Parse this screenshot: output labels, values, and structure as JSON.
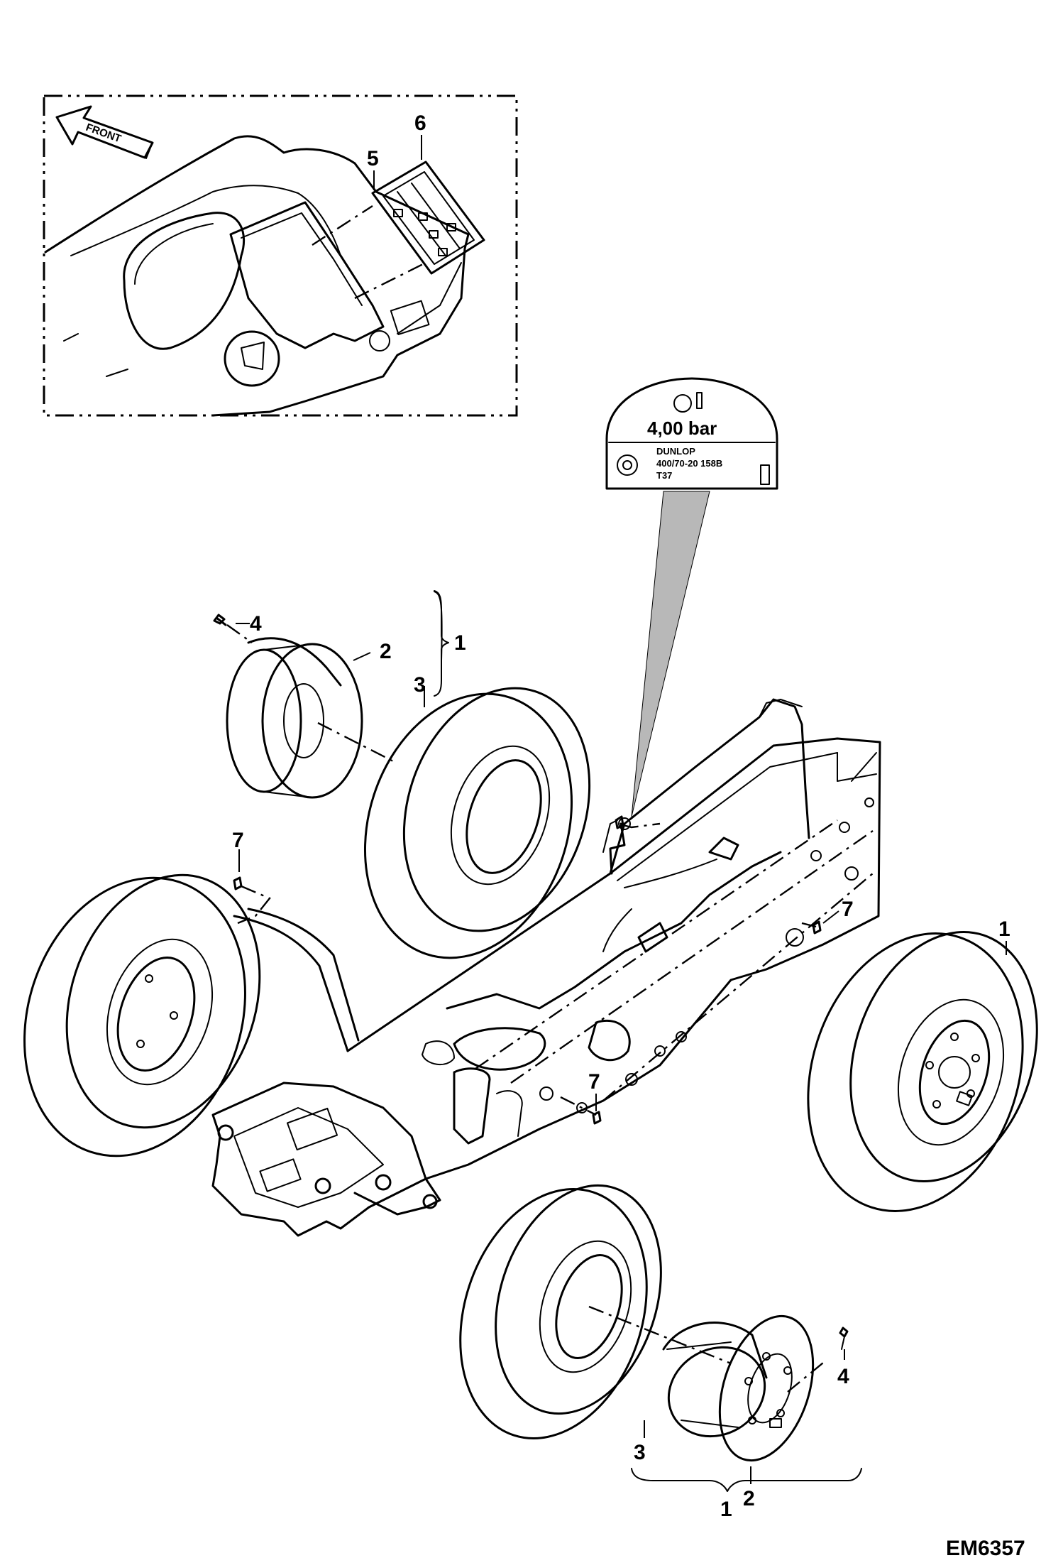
{
  "inset": {
    "direction_arrow_text": "FRONT"
  },
  "decal": {
    "pressure": "4,00 bar",
    "tire_brand": "DUNLOP",
    "tire_size": "400/70-20  158B",
    "tire_code": "T37"
  },
  "callouts": {
    "c1_top": "1",
    "c2_top": "2",
    "c3_top": "3",
    "c4_top": "4",
    "c5_inset": "5",
    "c6_inset": "6",
    "c7_left": "7",
    "c7_right": "7",
    "c7_center": "7",
    "c1_right": "1",
    "c3_bottom": "3",
    "c4_bottom": "4",
    "c2_bottom": "2",
    "c1_bottom": "1"
  },
  "drawing_code": "EM6357"
}
